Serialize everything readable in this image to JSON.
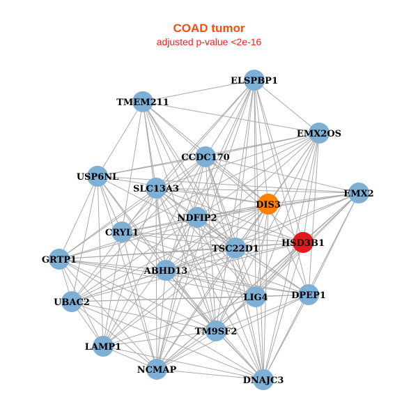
{
  "title": "COAD tumor",
  "subtitle": "adjusted p-value <2e-16",
  "colors": {
    "default_node": "#7eb0d5",
    "orange_node": "#ff8000",
    "red_node": "#e31a1c",
    "edge": "#aaaaaa"
  },
  "nodes": [
    {
      "name": "ELSPBP1",
      "color": "default"
    },
    {
      "name": "TMEM211",
      "color": "default"
    },
    {
      "name": "EMX2OS",
      "color": "default"
    },
    {
      "name": "CCDC170",
      "color": "default"
    },
    {
      "name": "USP6NL",
      "color": "default"
    },
    {
      "name": "SLC13A3",
      "color": "default"
    },
    {
      "name": "EMX2",
      "color": "default"
    },
    {
      "name": "DIS3",
      "color": "orange"
    },
    {
      "name": "NDFIP2",
      "color": "default"
    },
    {
      "name": "CRYL1",
      "color": "default"
    },
    {
      "name": "HSD3B1",
      "color": "red"
    },
    {
      "name": "TSC22D1",
      "color": "default"
    },
    {
      "name": "GRTP1",
      "color": "default"
    },
    {
      "name": "ABHD13",
      "color": "default"
    },
    {
      "name": "LIG4",
      "color": "default"
    },
    {
      "name": "DPEP1",
      "color": "default"
    },
    {
      "name": "UBAC2",
      "color": "default"
    },
    {
      "name": "TM9SF2",
      "color": "default"
    },
    {
      "name": "LAMP1",
      "color": "default"
    },
    {
      "name": "NCMAP",
      "color": "default"
    },
    {
      "name": "DNAJC3",
      "color": "default"
    }
  ],
  "adjacency": [
    [
      1,
      2,
      3,
      5,
      7,
      8,
      9,
      10,
      11,
      13,
      14,
      15,
      17,
      19,
      20
    ],
    [
      2,
      3,
      4,
      5,
      7,
      8,
      9,
      11,
      13,
      14,
      17
    ],
    [
      3,
      4,
      5,
      7,
      8,
      9,
      10,
      11,
      13,
      14,
      15,
      17,
      20
    ],
    [
      4,
      6,
      7,
      9,
      10,
      11,
      12,
      13,
      14,
      16,
      17,
      18,
      19,
      20
    ],
    [
      6,
      7,
      9,
      11,
      12,
      13,
      16,
      17,
      18,
      19
    ],
    [
      6,
      7,
      10,
      11,
      12,
      13,
      14,
      15,
      16,
      17,
      18,
      19,
      20
    ],
    [
      7,
      8,
      9,
      10,
      11,
      13,
      14,
      15,
      17,
      19,
      20
    ],
    [
      8,
      9,
      11,
      12,
      13,
      14,
      15,
      16,
      17,
      18,
      19,
      20
    ],
    [
      10,
      11,
      12,
      14,
      15,
      16,
      17,
      18,
      19,
      20
    ],
    [
      10,
      11,
      14,
      15,
      17,
      18,
      19,
      20
    ],
    [
      11,
      12,
      13,
      14,
      16,
      17,
      19,
      20
    ],
    [
      12,
      13,
      15,
      16,
      18,
      19,
      20
    ],
    [
      13,
      14,
      15,
      16,
      17,
      18,
      19,
      20
    ],
    [
      14,
      15,
      16,
      17,
      19,
      20
    ],
    [
      15,
      16,
      18,
      19,
      20
    ],
    [
      16,
      17,
      19,
      20
    ],
    [
      17,
      18,
      19,
      20
    ],
    [
      18,
      19,
      20
    ],
    [
      19,
      20
    ],
    [
      20
    ],
    []
  ]
}
